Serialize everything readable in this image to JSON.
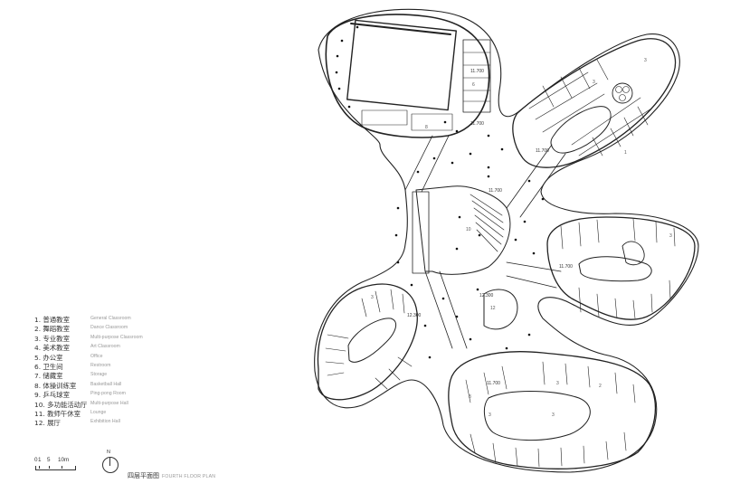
{
  "legend": [
    {
      "cn": "1. 普通教室",
      "en": "General Classroom"
    },
    {
      "cn": "2. 舞蹈教室",
      "en": "Dance Classroom"
    },
    {
      "cn": "3. 专业教室",
      "en": "Multi-purpose Classroom"
    },
    {
      "cn": "4. 美术教室",
      "en": "Art Classroom"
    },
    {
      "cn": "5. 办公室",
      "en": "Office"
    },
    {
      "cn": "6. 卫生间",
      "en": "Restroom"
    },
    {
      "cn": "7. 储藏室",
      "en": "Storage"
    },
    {
      "cn": "8. 体操训练室",
      "en": "Basketball Hall"
    },
    {
      "cn": "9. 乒乓球室",
      "en": "Ping-pong Room"
    },
    {
      "cn": "10. 多功能活动厅",
      "en": "Multi-purpose Hall"
    },
    {
      "cn": "11. 教师午休室",
      "en": "Lounge"
    },
    {
      "cn": "12. 展厅",
      "en": "Exhibition Hall"
    }
  ],
  "scale": {
    "labels": [
      "0",
      "1",
      "5",
      "10m"
    ]
  },
  "north_label": "N",
  "title": {
    "cn": "四层平面图",
    "en": "FOURTH FLOOR PLAN"
  },
  "levels": [
    "11.700",
    "11.700",
    "11.700",
    "11.700",
    "11.700",
    "12.300",
    "12.300",
    "11.700"
  ],
  "room_numbers": {
    "large_hall": "8",
    "central_hall": "10",
    "exhibition": "12",
    "wing_rooms": "3",
    "wing_rooms_b": "2",
    "wing_rooms_c": "1",
    "restroom": "6"
  }
}
